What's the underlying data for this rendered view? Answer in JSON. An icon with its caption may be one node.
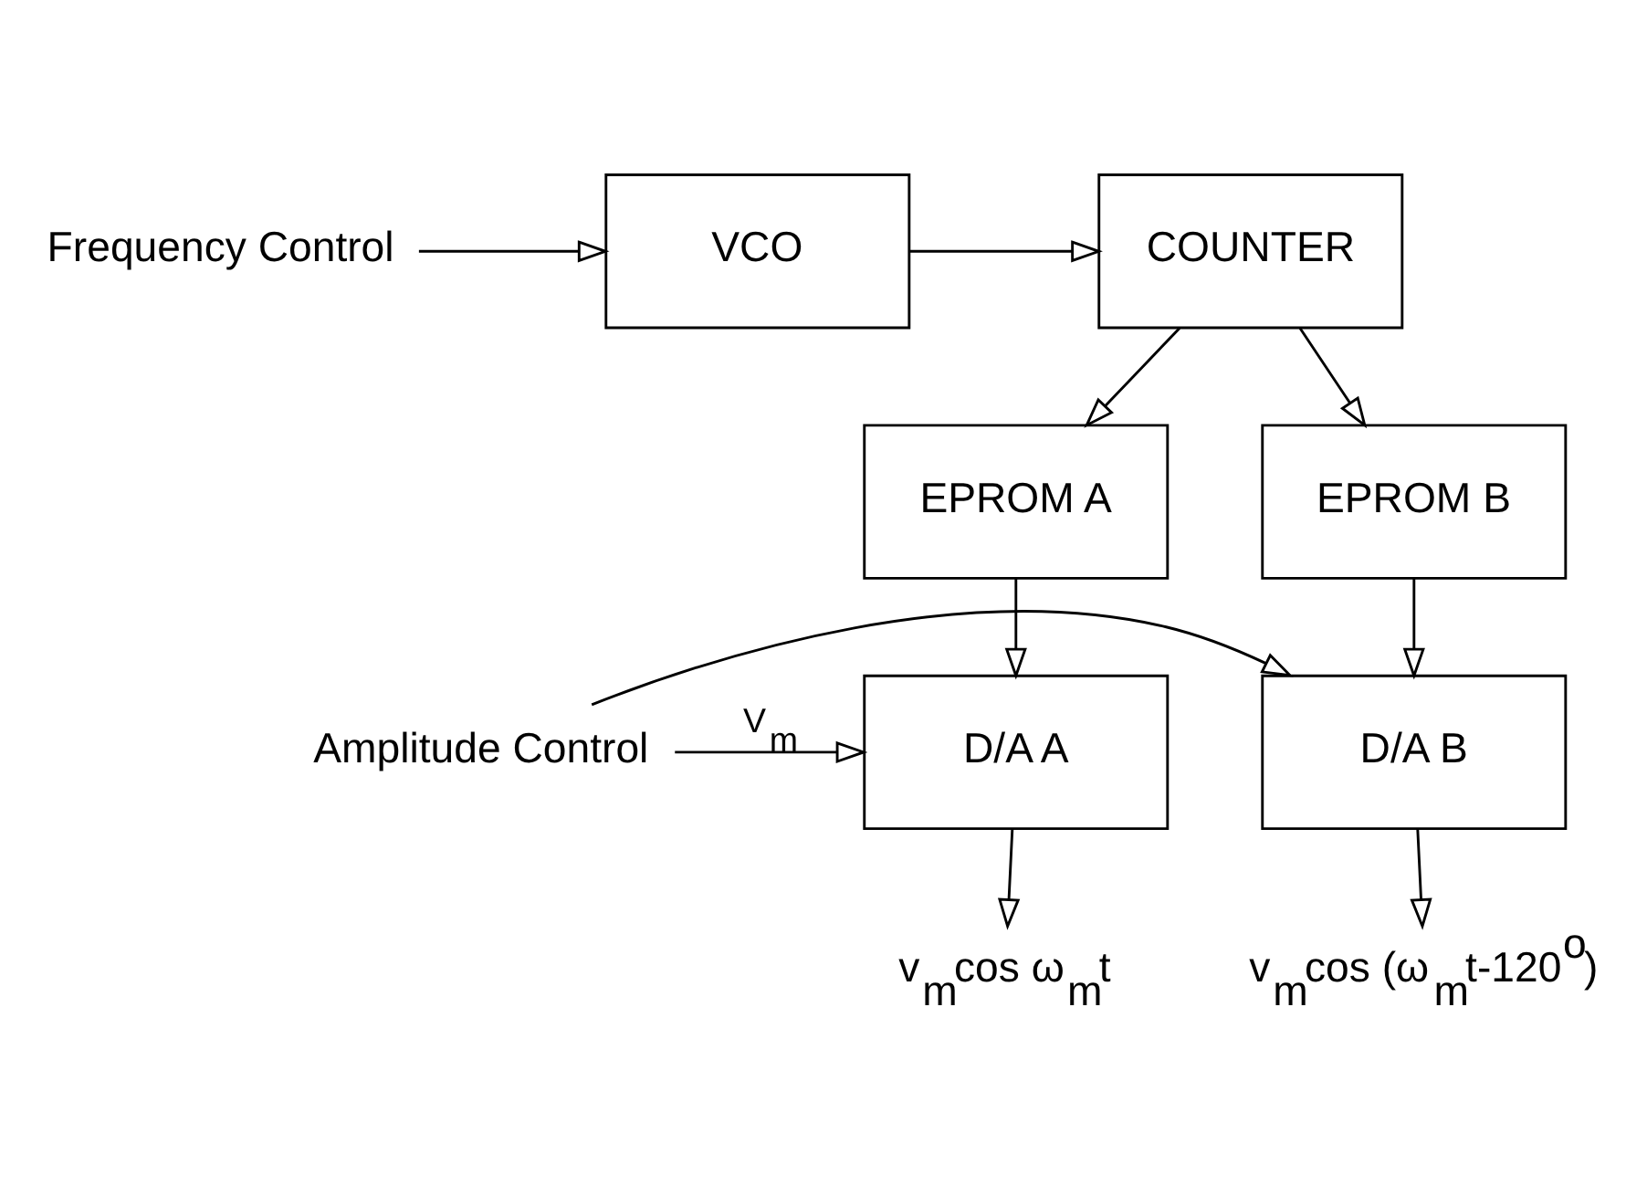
{
  "diagram": {
    "nodes": [
      {
        "text": [
          "Frequency Control"
        ]
      },
      {
        "text": [
          "VCO"
        ]
      },
      {
        "text": [
          "COUNTER"
        ]
      },
      {
        "text": [
          "EPROM A"
        ]
      },
      {
        "text": [
          "EPROM B"
        ]
      },
      {
        "text": [
          "Amplitude Control"
        ]
      },
      {
        "text": [
          "D/A A"
        ]
      },
      {
        "text": [
          "D/A B"
        ]
      },
      {
        "text": [
          "v$_{m}$cos ω$_{m}$t"
        ]
      },
      {
        "text": [
          "v$_{m}$cos (ω$_{m}$t-120$^{o}$)"
        ]
      }
    ],
    "edges": [
      {
        "from": 0,
        "to": 1,
        "arrow": "to"
      },
      {
        "from": 1,
        "to": 2,
        "arrow": "to"
      },
      {
        "from": 2,
        "to": 3,
        "arrow": "to"
      },
      {
        "from": 2,
        "to": 4,
        "arrow": "to"
      },
      {
        "from": 3,
        "to": 6,
        "arrow": "to"
      },
      {
        "from": 4,
        "to": 7,
        "arrow": "to"
      },
      {
        "from": 5,
        "to": 6,
        "arrow": "to",
        "label": "V$_{m}$"
      },
      {
        "from": 5,
        "to": 7,
        "arrow": "to"
      },
      {
        "from": 6,
        "to": 8,
        "arrow": "to"
      },
      {
        "from": 7,
        "to": 9,
        "arrow": "to"
      }
    ]
  }
}
